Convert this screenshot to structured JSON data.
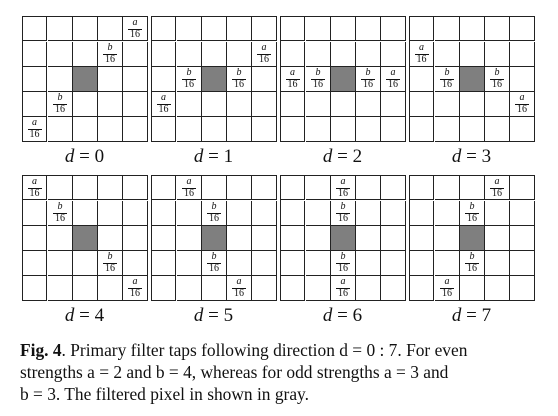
{
  "tap_fractions": {
    "a": {
      "num": "a",
      "den": "16"
    },
    "b": {
      "num": "b",
      "den": "16"
    }
  },
  "panels": [
    {
      "label_var": "d",
      "label_eq": " = ",
      "label_val": "0",
      "taps": [
        {
          "r": 0,
          "c": 4,
          "t": "a"
        },
        {
          "r": 1,
          "c": 3,
          "t": "b"
        },
        {
          "r": 3,
          "c": 1,
          "t": "b"
        },
        {
          "r": 4,
          "c": 0,
          "t": "a"
        }
      ]
    },
    {
      "label_var": "d",
      "label_eq": " = ",
      "label_val": "1",
      "taps": [
        {
          "r": 1,
          "c": 4,
          "t": "a"
        },
        {
          "r": 2,
          "c": 1,
          "t": "b"
        },
        {
          "r": 2,
          "c": 3,
          "t": "b"
        },
        {
          "r": 3,
          "c": 0,
          "t": "a"
        }
      ]
    },
    {
      "label_var": "d",
      "label_eq": " = ",
      "label_val": "2",
      "taps": [
        {
          "r": 2,
          "c": 0,
          "t": "a"
        },
        {
          "r": 2,
          "c": 1,
          "t": "b"
        },
        {
          "r": 2,
          "c": 3,
          "t": "b"
        },
        {
          "r": 2,
          "c": 4,
          "t": "a"
        }
      ]
    },
    {
      "label_var": "d",
      "label_eq": " = ",
      "label_val": "3",
      "taps": [
        {
          "r": 1,
          "c": 0,
          "t": "a"
        },
        {
          "r": 2,
          "c": 1,
          "t": "b"
        },
        {
          "r": 2,
          "c": 3,
          "t": "b"
        },
        {
          "r": 3,
          "c": 4,
          "t": "a"
        }
      ]
    },
    {
      "label_var": "d",
      "label_eq": " = ",
      "label_val": "4",
      "taps": [
        {
          "r": 0,
          "c": 0,
          "t": "a"
        },
        {
          "r": 1,
          "c": 1,
          "t": "b"
        },
        {
          "r": 3,
          "c": 3,
          "t": "b"
        },
        {
          "r": 4,
          "c": 4,
          "t": "a"
        }
      ]
    },
    {
      "label_var": "d",
      "label_eq": " = ",
      "label_val": "5",
      "taps": [
        {
          "r": 0,
          "c": 1,
          "t": "a"
        },
        {
          "r": 1,
          "c": 2,
          "t": "b"
        },
        {
          "r": 3,
          "c": 2,
          "t": "b"
        },
        {
          "r": 4,
          "c": 3,
          "t": "a"
        }
      ]
    },
    {
      "label_var": "d",
      "label_eq": " = ",
      "label_val": "6",
      "taps": [
        {
          "r": 0,
          "c": 2,
          "t": "a"
        },
        {
          "r": 1,
          "c": 2,
          "t": "b"
        },
        {
          "r": 3,
          "c": 2,
          "t": "b"
        },
        {
          "r": 4,
          "c": 2,
          "t": "a"
        }
      ]
    },
    {
      "label_var": "d",
      "label_eq": " = ",
      "label_val": "7",
      "taps": [
        {
          "r": 0,
          "c": 3,
          "t": "a"
        },
        {
          "r": 1,
          "c": 2,
          "t": "b"
        },
        {
          "r": 3,
          "c": 2,
          "t": "b"
        },
        {
          "r": 4,
          "c": 1,
          "t": "a"
        }
      ]
    }
  ],
  "center_cell": {
    "r": 2,
    "c": 2,
    "color": "#7f7f7f"
  },
  "caption": {
    "fig_label": "Fig. 4",
    "line1": ". Primary filter taps following direction d = 0 : 7. For even",
    "line2": "strengths a = 2 and b = 4, whereas for odd strengths a = 3 and",
    "line3": "b = 3. The filtered pixel in shown in gray."
  }
}
